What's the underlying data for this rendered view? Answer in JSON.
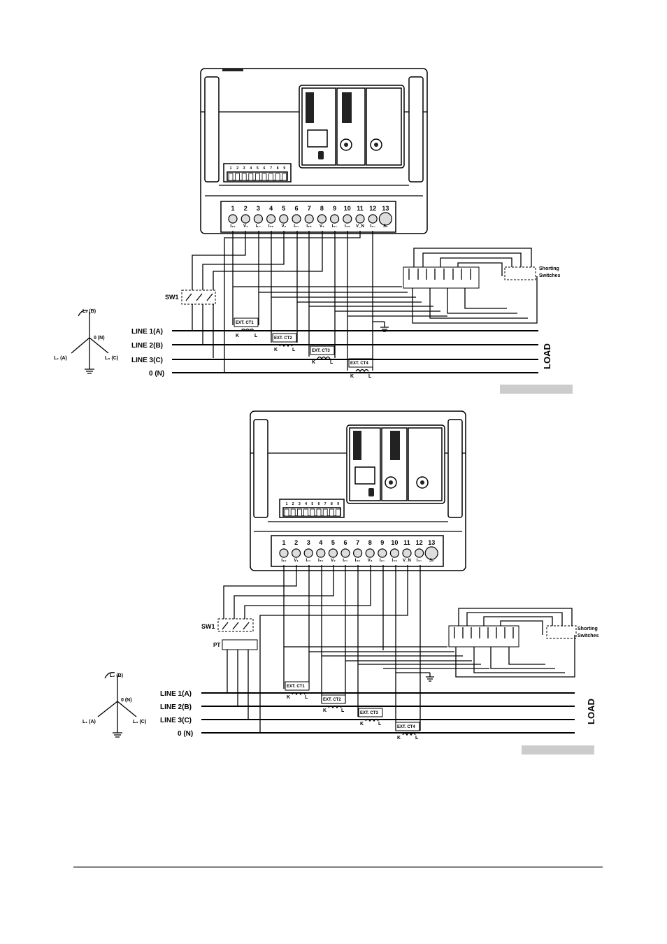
{
  "diagrams": [
    {
      "terminal_numbers": [
        "1",
        "2",
        "3",
        "4",
        "5",
        "6",
        "7",
        "8",
        "9",
        "10",
        "11",
        "12",
        "13"
      ],
      "terminal_labels": [
        "I₁₊",
        "V₁",
        "I₁₋",
        "I₂₊",
        "V₂",
        "I₂₋",
        "I₃₊",
        "V₃",
        "I₃₋",
        "I₄₊",
        "V_N",
        "I₄₋",
        "S₀"
      ],
      "connector_pins": [
        "1",
        "2",
        "3",
        "4",
        "5",
        "6",
        "7",
        "8",
        "9"
      ],
      "switch_label": "SW1",
      "ct_labels": [
        "EXT. CT1",
        "EXT. CT2",
        "EXT. CT3",
        "EXT. CT4"
      ],
      "ct_pin_labels": [
        "K",
        "L"
      ],
      "lines": [
        "LINE 1(A)",
        "LINE 2(B)",
        "LINE 3(C)",
        "0 (N)"
      ],
      "load_label": "LOAD",
      "shorting_label": [
        "Shorting",
        "Switches"
      ],
      "phasor_labels": [
        "L₂ (B)",
        "0 (N)",
        "L₁ (A)",
        "L₃ (C)"
      ]
    },
    {
      "terminal_numbers": [
        "1",
        "2",
        "3",
        "4",
        "5",
        "6",
        "7",
        "8",
        "9",
        "10",
        "11",
        "12",
        "13"
      ],
      "terminal_labels": [
        "I₁₊",
        "V₁",
        "I₁₋",
        "I₂₊",
        "V₂",
        "I₂₋",
        "I₃₊",
        "V₃",
        "I₃₋",
        "I₄₊",
        "V_N",
        "I₄₋",
        "S₀"
      ],
      "connector_pins": [
        "1",
        "2",
        "3",
        "4",
        "5",
        "6",
        "7",
        "8",
        "9"
      ],
      "switch_label": "SW1",
      "pt_label": "PT",
      "ct_labels": [
        "EXT. CT1",
        "EXT. CT2",
        "EXT. CT3",
        "EXT. CT4"
      ],
      "ct_pin_labels": [
        "K",
        "L"
      ],
      "lines": [
        "LINE 1(A)",
        "LINE 2(B)",
        "LINE 3(C)",
        "0 (N)"
      ],
      "load_label": "LOAD",
      "shorting_label": [
        "Shorting",
        "Switches"
      ],
      "phasor_labels": [
        "L₂ (B)",
        "0 (N)",
        "L₁ (A)",
        "L₃ (C)"
      ]
    }
  ],
  "caption_placeholders": [
    "",
    ""
  ]
}
